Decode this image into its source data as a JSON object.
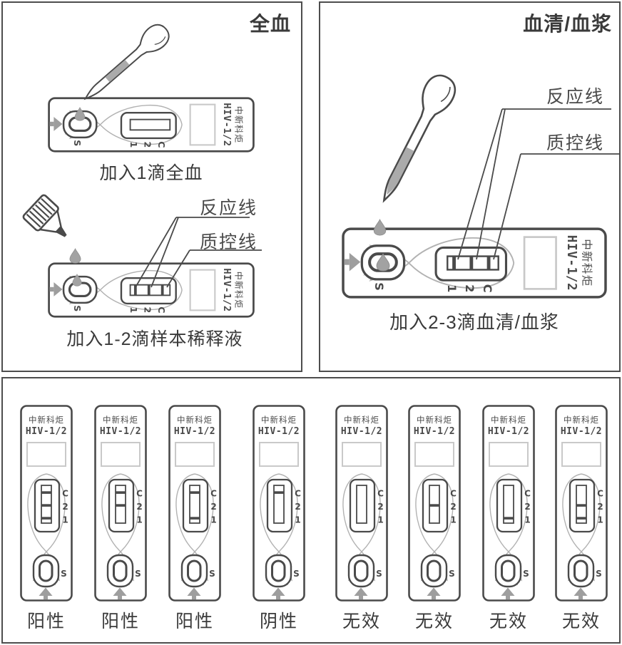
{
  "cassette": {
    "brand_line1": "中新科炬",
    "brand_line2": "HIV-1/2",
    "window_labels": [
      "C",
      "2",
      "1"
    ],
    "well_label": "S"
  },
  "panels": {
    "whole_blood": {
      "title": "全血",
      "caption_step1": "加入1滴全血",
      "caption_step2": "加入1-2滴样本稀释液",
      "label_reaction_line": "反应线",
      "label_control_line": "质控线",
      "step1_lines": [],
      "step2_lines": [
        "C",
        "2",
        "1"
      ]
    },
    "serum_plasma": {
      "title": "血清/血浆",
      "caption": "加入2-3滴血清/血浆",
      "label_reaction_line": "反应线",
      "label_control_line": "质控线",
      "lines": [
        "C",
        "2",
        "1"
      ]
    },
    "results": {
      "items": [
        {
          "label": "阳性",
          "lines": [
            "C",
            "2",
            "1"
          ]
        },
        {
          "label": "阳性",
          "lines": [
            "C",
            "2"
          ]
        },
        {
          "label": "阳性",
          "lines": [
            "C",
            "1"
          ]
        },
        {
          "label": "阴性",
          "lines": [
            "C"
          ]
        },
        {
          "label": "无效",
          "lines": []
        },
        {
          "label": "无效",
          "lines": [
            "2"
          ]
        },
        {
          "label": "无效",
          "lines": [
            "1"
          ]
        },
        {
          "label": "无效",
          "lines": [
            "2",
            "1"
          ]
        }
      ]
    }
  },
  "colors": {
    "ink": "#4a4a4a",
    "light_border": "#c9c9c9",
    "ribbon": "#b2b2b2",
    "gray_fill": "#9e9e9e",
    "drop_fill": "#a2a2a2",
    "liquid": "#ababab"
  }
}
